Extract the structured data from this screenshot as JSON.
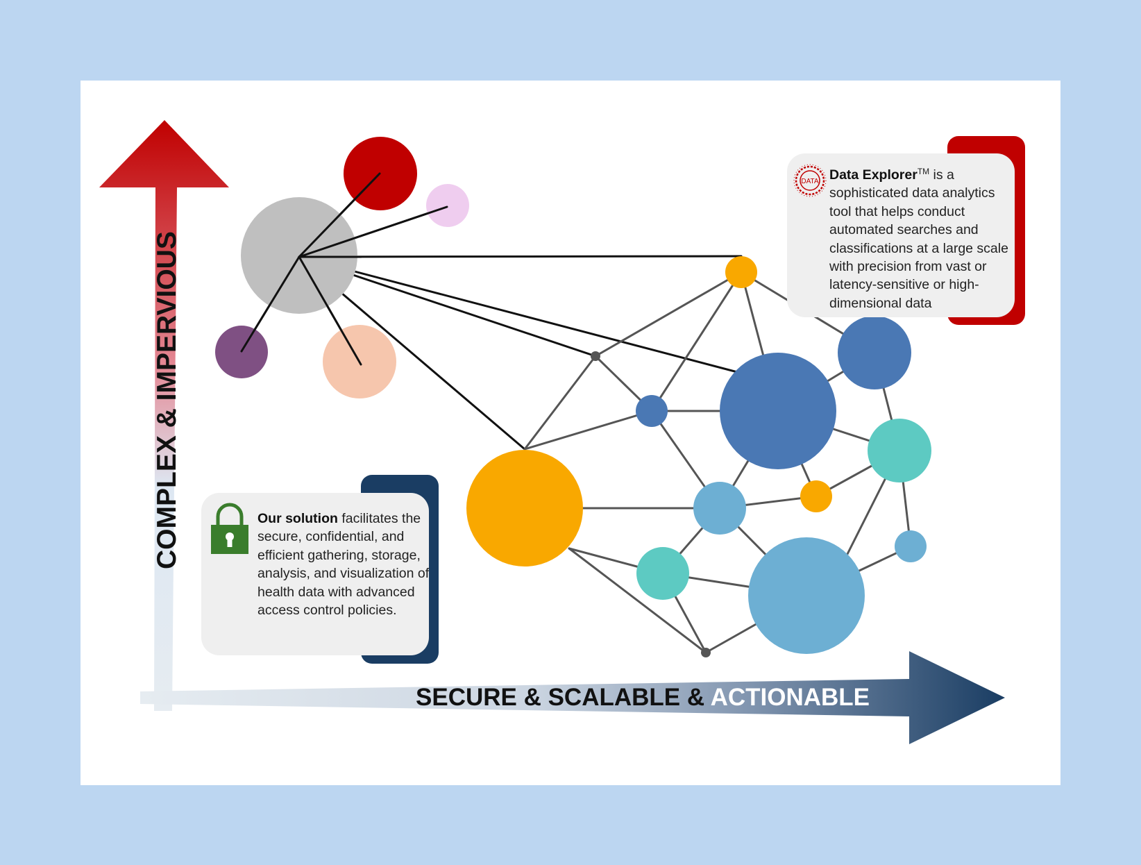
{
  "axes": {
    "vertical_label": "COMPLEX & IMPERVIOUS",
    "horizontal_label_dark": "SECURE & SCALABLE & ",
    "horizontal_label_light": "ACTIONABLE"
  },
  "callouts": {
    "data_explorer": {
      "logo_text": "DATA",
      "title": "Data Explorer",
      "trademark": "TM",
      "body": " is a sophisticated data analytics tool that helps conduct automated searches and classifications at a large scale with precision from vast or latency-sensitive or high-dimensional data",
      "back_color": "#c00000"
    },
    "solution": {
      "icon": "lock-icon",
      "title": "Our solution",
      "body": " facilitates the secure, confidential, and efficient gathering, storage, analysis, and visualization of health data with advanced access control policies.",
      "back_color": "#1a3d63"
    }
  },
  "colors": {
    "background": "#bcd6f1",
    "red": "#c00000",
    "gray": "#bfbfbf",
    "pink": "#efcdef",
    "purple": "#7f5083",
    "peach": "#f6c6ad",
    "orange": "#f9a800",
    "dark_blue": "#4a78b4",
    "light_blue": "#6dafd3",
    "teal": "#5dcac2",
    "navy": "#1a3d63",
    "lock_green": "#3a7d2c"
  }
}
